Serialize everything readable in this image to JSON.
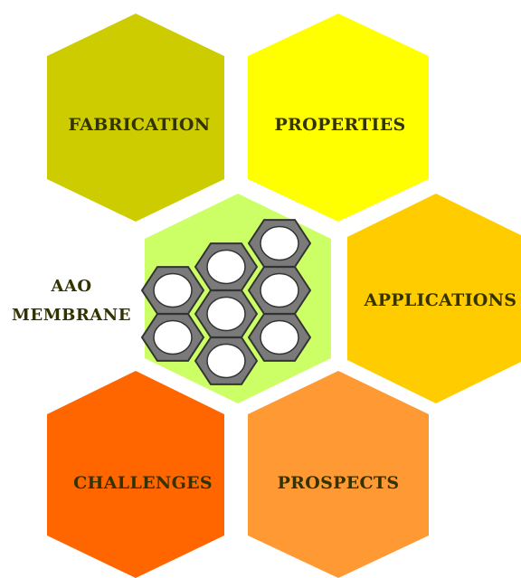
{
  "center": {
    "label_line1": "AAO",
    "label_line2": "MEMBRANE",
    "fill": "#ccff66",
    "pore_cell_fill": "#7a7a7a",
    "pore_fill": "#ffffff"
  },
  "hexes": [
    {
      "id": "fabrication",
      "label": "FABRICATION",
      "fill": "#cccc00"
    },
    {
      "id": "properties",
      "label": "PROPERTIES",
      "fill": "#ffff00"
    },
    {
      "id": "applications",
      "label": "APPLICATIONS",
      "fill": "#ffcc00"
    },
    {
      "id": "challenges",
      "label": "CHALLENGES",
      "fill": "#ff6600"
    },
    {
      "id": "prospects",
      "label": "PROSPECTS",
      "fill": "#ff9933"
    }
  ],
  "text_color": "#333300"
}
